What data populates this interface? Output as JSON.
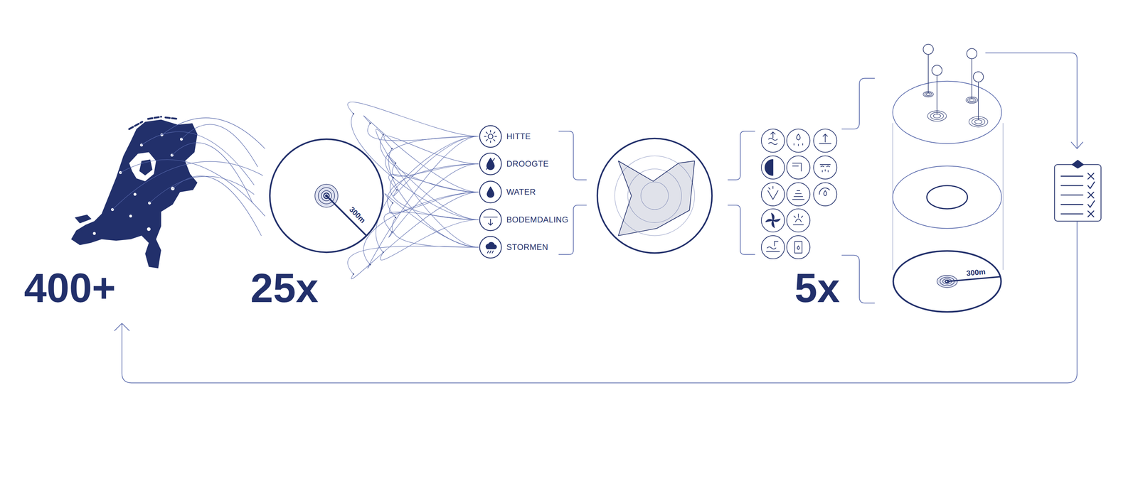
{
  "diagram": {
    "nodes": [
      {
        "text": [
          "300m"
        ]
      },
      {
        "text": [
          "HITTE"
        ]
      },
      {
        "text": [
          "DROOGTE"
        ]
      },
      {
        "text": [
          "WATER"
        ]
      },
      {
        "text": [
          "BODEMDALING"
        ]
      },
      {
        "text": [
          "STORMEN"
        ]
      },
      {
        "text": [
          "300m"
        ]
      }
    ],
    "labels": [
      "400+",
      "25x",
      "5x"
    ]
  }
}
